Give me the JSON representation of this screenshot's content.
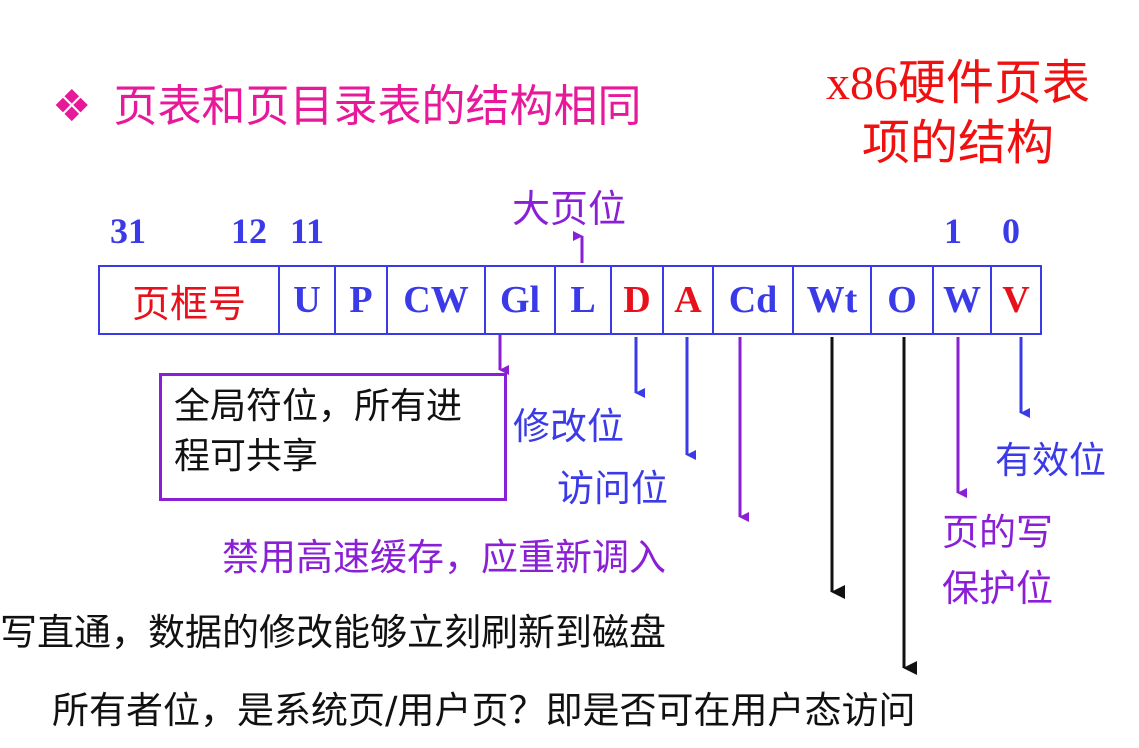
{
  "heading": {
    "bullet": "❖",
    "text": "页表和页目录表的结构相同"
  },
  "subtitle": "x86硬件页表项的结构",
  "bit_numbers": [
    "31",
    "12",
    "11",
    "1",
    "0"
  ],
  "big_page_label": "大页位",
  "fields": [
    "页框号",
    "U",
    "P",
    "CW",
    "Gl",
    "L",
    "D",
    "A",
    "Cd",
    "Wt",
    "O",
    "W",
    "V"
  ],
  "annotations": {
    "global": "全局符位，所有进程可共享",
    "dirty": "修改位",
    "accessed": "访问位",
    "cache_disable": "禁用高速缓存，应重新调入",
    "valid": "有效位",
    "write_protect": "页的写保护位",
    "write_through": "写直通，数据的修改能够立刻刷新到磁盘",
    "owner": "所有者位，是系统页/用户页？即是否可在用户态访问"
  },
  "colors": {
    "pink": "#e8189a",
    "red": "#e8101a",
    "blue": "#3a3ae8",
    "purple": "#8a1fd6",
    "black": "#111111"
  }
}
